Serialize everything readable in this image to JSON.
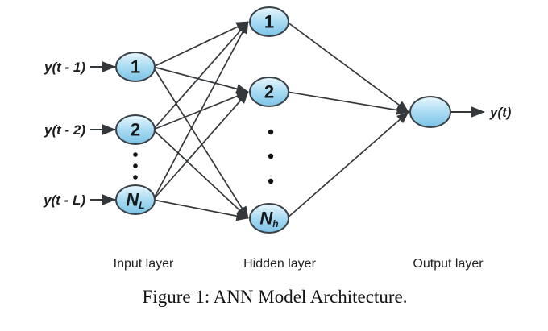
{
  "figure": {
    "caption": "Figure 1: ANN Model Architecture.",
    "layers": [
      {
        "name": "input",
        "label": "Input layer",
        "nodes": [
          {
            "base": "1"
          },
          {
            "base": "2"
          },
          {
            "base": "N",
            "sub": "L"
          }
        ]
      },
      {
        "name": "hidden",
        "label": "Hidden layer",
        "nodes": [
          {
            "base": "1"
          },
          {
            "base": "2"
          },
          {
            "base": "N",
            "sub": "h"
          }
        ]
      },
      {
        "name": "output",
        "label": "Output layer",
        "nodes": [
          {
            "base": ""
          }
        ]
      }
    ],
    "inputs": [
      "y(t - 1)",
      "y(t - 2)",
      "y(t - L)"
    ],
    "output_label": "y(t)",
    "icons": {
      "arrowhead": "arrow-right-icon",
      "ellipsis": "vertical-ellipsis-dots"
    },
    "colors": {
      "node_fill_top": "#eaf7fd",
      "node_fill_mid": "#a8dbf2",
      "node_fill_bottom": "#7cc3e6",
      "node_stroke": "#3b4247",
      "edge": "#35383b",
      "text": "#17191b"
    }
  }
}
